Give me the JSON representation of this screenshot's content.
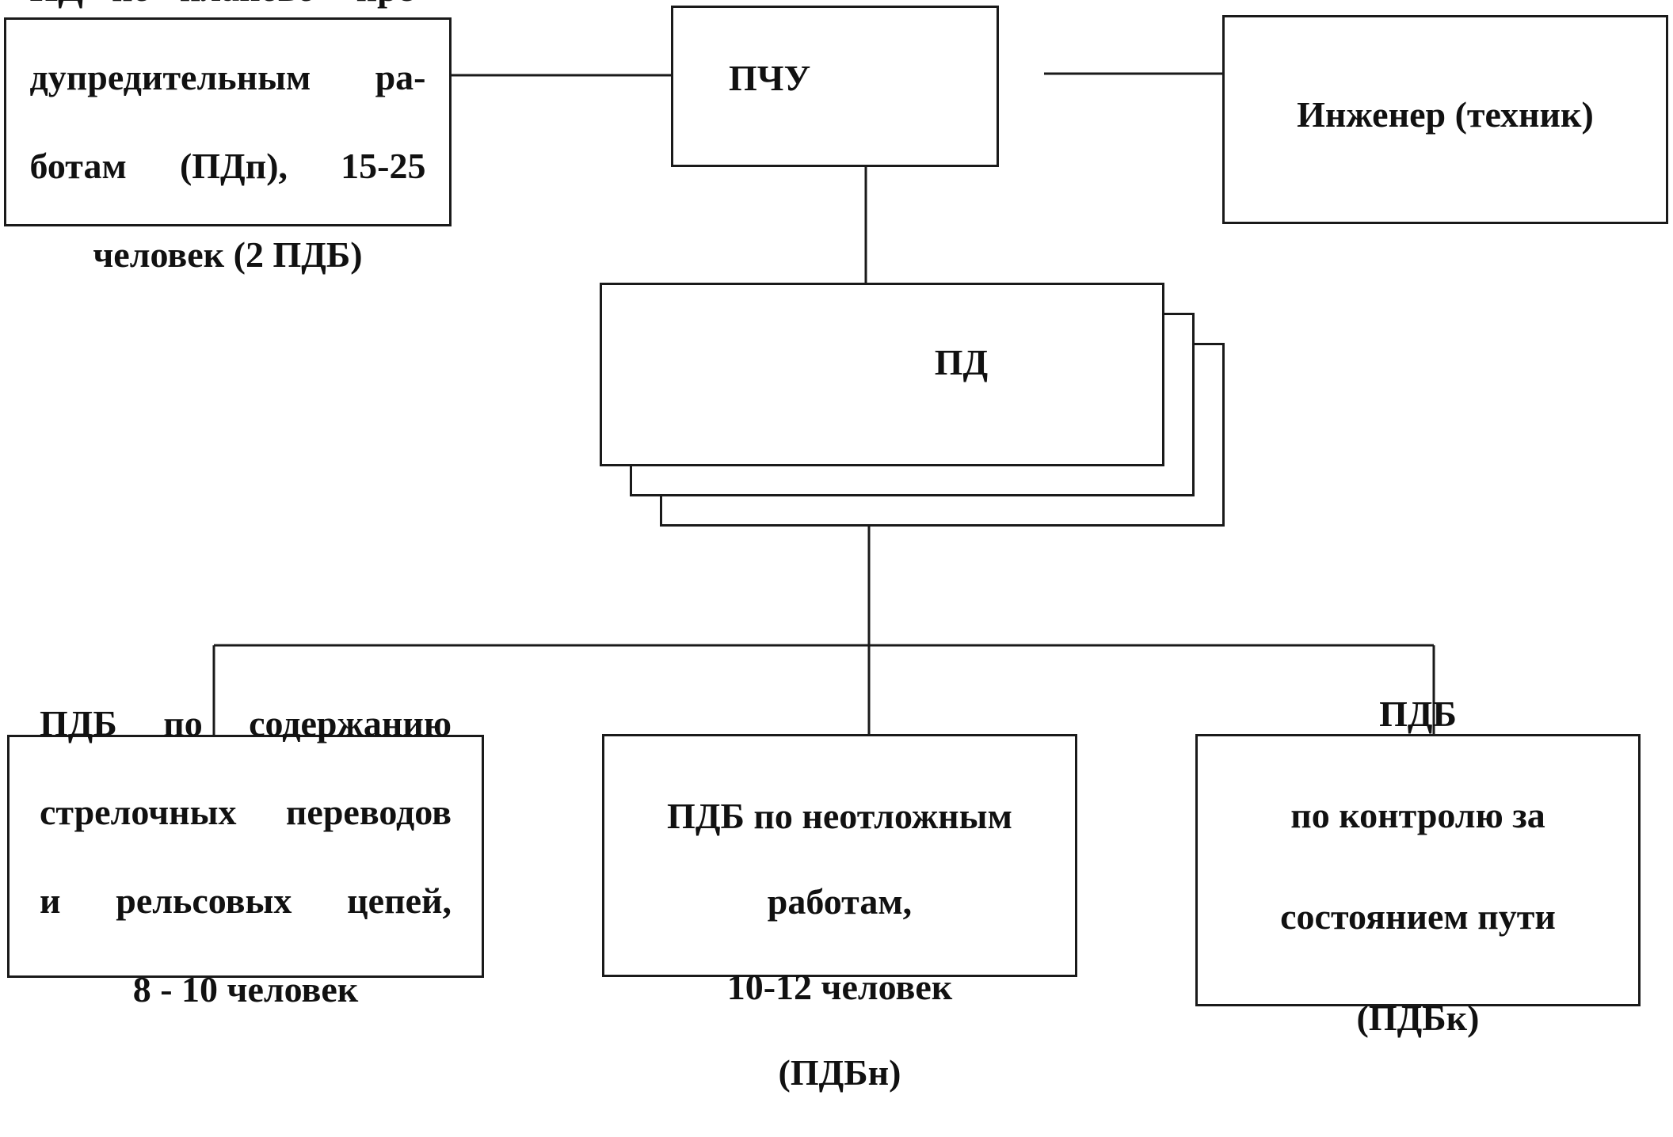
{
  "nodes": {
    "top_center": "ПЧУ",
    "top_left": [
      "ПД  по планово- пре-",
      "дупредительным  ра-",
      "ботам (ПДп),  15-25",
      "человек (2 ПДБ)"
    ],
    "top_right": "Инженер  (техник)",
    "middle": "ПД",
    "bottom_left": [
      "ПДБ  по  содержанию",
      "стрелочных  переводов",
      "и  рельсовых  цепей,",
      "8 - 10  человек"
    ],
    "bottom_center": [
      "ПДБ  по  неотложным",
      "работам,",
      "10-12 человек",
      "(ПДБн)"
    ],
    "bottom_right": [
      "ПДБ",
      "по  контролю  за",
      "состоянием пути",
      "(ПДБк)"
    ]
  }
}
